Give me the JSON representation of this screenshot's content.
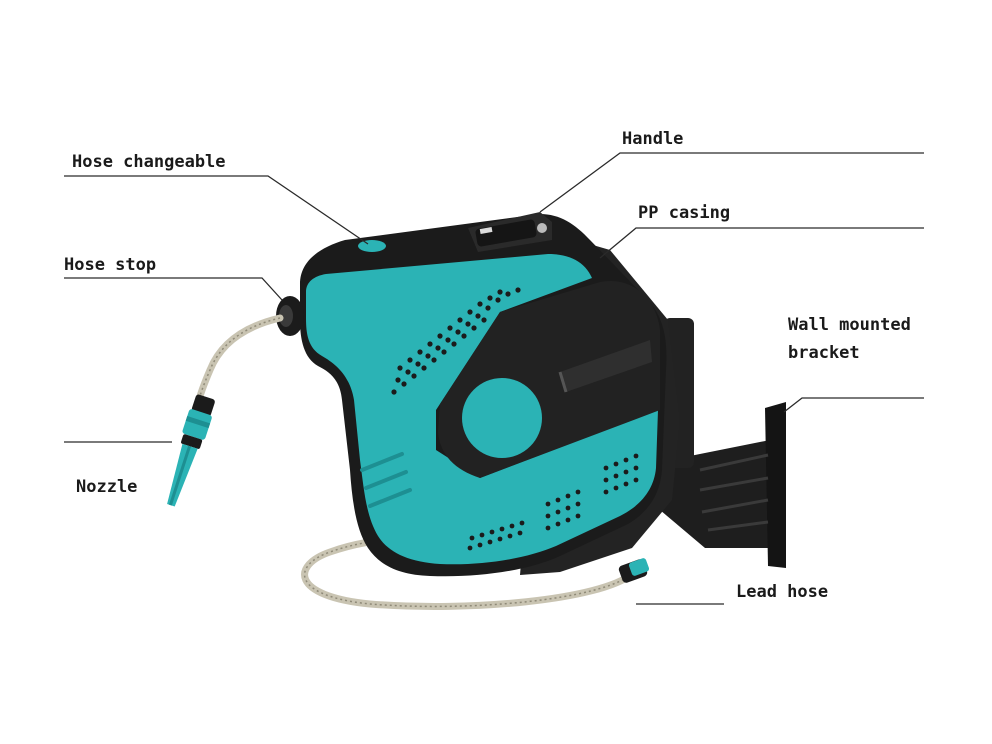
{
  "callouts": {
    "handle": "Handle",
    "hose_changeable": "Hose changeable",
    "pp_casing": "PP casing",
    "hose_stop": "Hose stop",
    "wall_mounted_bracket_line1": "Wall mounted",
    "wall_mounted_bracket_line2": "bracket",
    "nozzle": "Nozzle",
    "lead_hose": "Lead hose"
  },
  "colors": {
    "teal": "#2bb3b5",
    "teal_dark": "#1d8f92",
    "black": "#1b1b1b",
    "charcoal": "#2e2e2e",
    "hose": "#c9c4b2"
  }
}
